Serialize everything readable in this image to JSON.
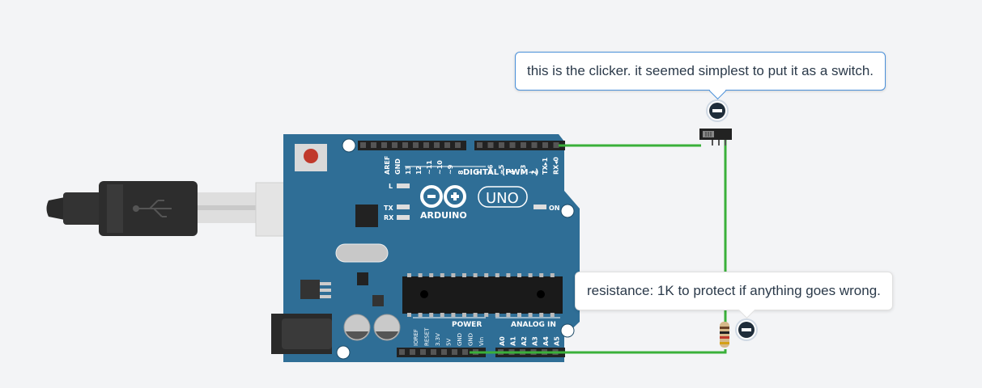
{
  "annotations": {
    "switch_note": "this is the clicker. it seemed simplest to put it as a switch.",
    "resistor_note": "resistance: 1K to protect if anything goes wrong."
  },
  "board": {
    "brand": "ARDUINO",
    "model": "UNO",
    "digital_header_label": "DIGITAL (PWM~)",
    "digital_pins_left": [
      "AREF",
      "GND",
      "13",
      "12",
      "~11",
      "~10",
      "~9",
      "8"
    ],
    "digital_pins_right": [
      "7",
      "~6",
      "~5",
      "4",
      "~3",
      "2",
      "TX▸1",
      "RX◂0"
    ],
    "power_label": "POWER",
    "power_pins": [
      "IOREF",
      "RESET",
      "3.3V",
      "5V",
      "GND",
      "GND",
      "Vin"
    ],
    "analog_label": "ANALOG IN",
    "analog_pins": [
      "A0",
      "A1",
      "A2",
      "A3",
      "A4",
      "A5"
    ],
    "led_labels": {
      "l": "L",
      "tx": "TX",
      "rx": "RX",
      "on": "ON"
    }
  },
  "colors": {
    "board": "#2f6e96",
    "wire": "#3ab03a",
    "background": "#f3f4f6",
    "callout_border": "#4a90d9"
  }
}
